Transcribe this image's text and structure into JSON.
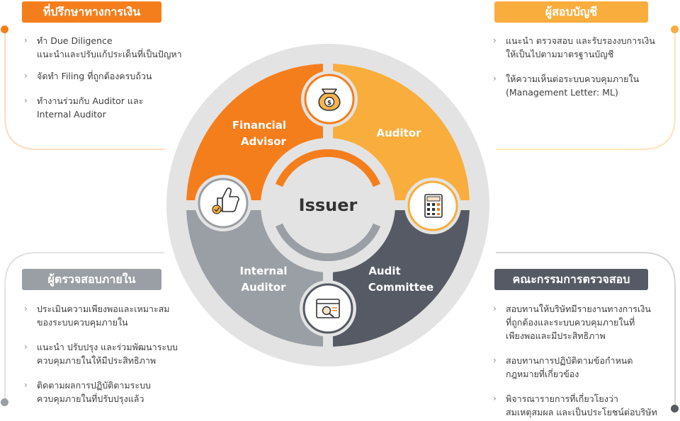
{
  "panels": {
    "financial_advisor_th": {
      "title": "ที่ปรึกษาทางการเงิน",
      "color": "#f57e1c",
      "items": [
        "ทำ Due Diligence\nแนะนำและปรับแก้ประเด็นที่เป็นปัญหา",
        "จัดทำ Filing ที่ถูกต้องครบถ้วน",
        "ทำงานร่วมกับ Auditor และ\nInternal Auditor"
      ]
    },
    "auditor_th": {
      "title": "ผู้สอบบัญชี",
      "color": "#f9ad3c",
      "items": [
        "แนะนำ ตรวจสอบ และรับรองงบการเงิน\nให้เป็นไปตามมาตรฐานบัญชี",
        "ให้ความเห็นต่อระบบควบคุมภายใน\n(Management Letter: ML)"
      ]
    },
    "internal_auditor_th": {
      "title": "ผู้ตรวจสอบภายใน",
      "color": "#9a9fa5",
      "items": [
        "ประเมินความเพียงพอและเหมาะสม\nของระบบควบคุมภายใน",
        "แนะนำ ปรับปรุง และร่วมพัฒนาระบบ\nควบคุมภายในให้มีประสิทธิภาพ",
        "ติดตามผลการปฏิบัติตามระบบ\nควบคุมภายในที่ปรับปรุงแล้ว"
      ]
    },
    "audit_committee_th": {
      "title": "คณะกรรมการตรวจสอบ",
      "color": "#555a64",
      "items": [
        "สอบทานให้บริษัทมีรายงานทางการเงิน\nที่ถูกต้องและระบบควบคุมภายในที่\nเพียงพอและมีประสิทธิภาพ",
        "สอบทานการปฏิบัติตามข้อกำหนด\nกฎหมายที่เกี่ยวข้อง",
        "พิจารณารายการที่เกี่ยวโยงว่า\nสมเหตุสมผล และเป็นประโยชน์ต่อบริษัท"
      ]
    }
  },
  "diagram": {
    "center": "Issuer",
    "segments": {
      "financial_advisor": {
        "line1": "Financial",
        "line2": "Advisor",
        "color": "#f57e1c",
        "icon": "money-bag-icon"
      },
      "auditor": {
        "line1": "Auditor",
        "color": "#f9ad3c",
        "icon": "calculator-icon"
      },
      "internal_auditor": {
        "line1": "Internal",
        "line2": "Auditor",
        "color": "#9a9fa5",
        "icon": "thumbs-up-check-icon"
      },
      "audit_committee": {
        "line1": "Audit",
        "line2": "Committee",
        "color": "#555a64",
        "icon": "magnifier-document-icon"
      }
    },
    "ring_color": "#e3e3e3",
    "inner_color": "#e8e8e8"
  }
}
